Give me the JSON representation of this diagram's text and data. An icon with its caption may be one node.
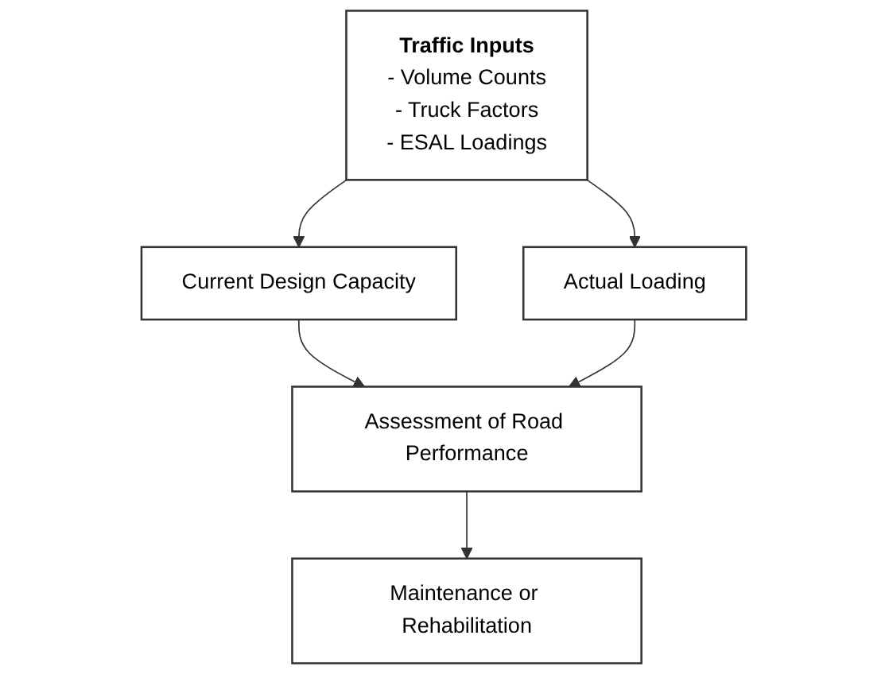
{
  "diagram": {
    "nodes": [
      {
        "text": [
          "Traffic Inputs",
          "- Volume Counts",
          "- Truck Factors",
          "- ESAL Loadings"
        ]
      },
      {
        "text": [
          "Current Design Capacity"
        ]
      },
      {
        "text": [
          "Actual Loading"
        ]
      },
      {
        "text": [
          "Assessment of Road Performance"
        ]
      },
      {
        "text": [
          "Maintenance or Rehabilitation"
        ]
      }
    ],
    "edges": [
      {
        "from": 0,
        "to": 1,
        "arrow": "to"
      },
      {
        "from": 0,
        "to": 2,
        "arrow": "to"
      },
      {
        "from": 1,
        "to": 3,
        "arrow": "to"
      },
      {
        "from": 2,
        "to": 3,
        "arrow": "to"
      },
      {
        "from": 3,
        "to": 4,
        "arrow": "to"
      }
    ]
  }
}
